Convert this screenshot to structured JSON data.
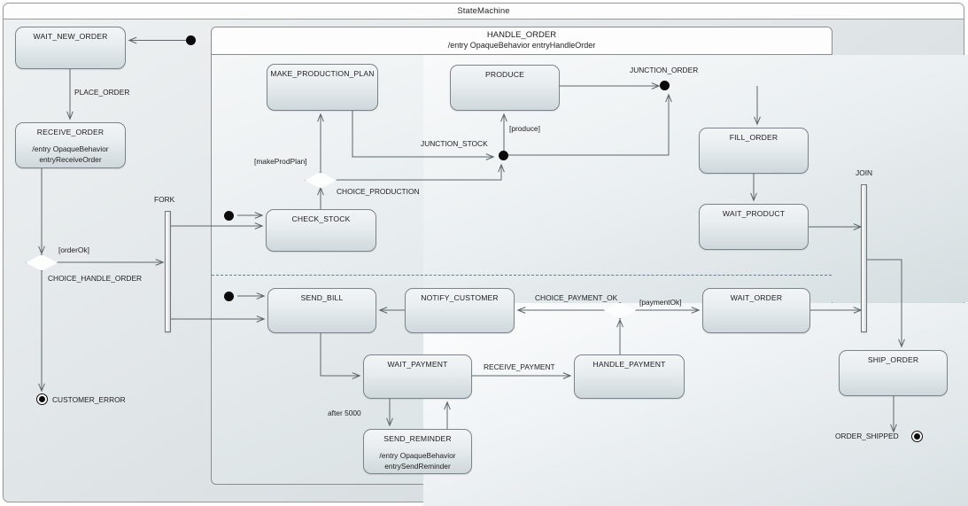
{
  "diagram": {
    "type": "uml-state-machine",
    "title": "StateMachine",
    "composite": {
      "name": "HANDLE_ORDER",
      "entry": "/entry OpaqueBehavior entryHandleOrder"
    }
  },
  "states": [
    {
      "id": "wait_new_order",
      "name": "WAIT_NEW_ORDER",
      "entry": ""
    },
    {
      "id": "receive_order",
      "name": "RECEIVE_ORDER",
      "entry": "/entry OpaqueBehavior\nentryReceiveOrder",
      "entry_line1": "/entry OpaqueBehavior",
      "entry_line2": "entryReceiveOrder"
    },
    {
      "id": "make_production_plan",
      "name": "MAKE_PRODUCTION_PLAN",
      "entry": ""
    },
    {
      "id": "produce",
      "name": "PRODUCE",
      "entry": ""
    },
    {
      "id": "fill_order",
      "name": "FILL_ORDER",
      "entry": ""
    },
    {
      "id": "wait_product",
      "name": "WAIT_PRODUCT",
      "entry": ""
    },
    {
      "id": "check_stock",
      "name": "CHECK_STOCK",
      "entry": ""
    },
    {
      "id": "send_bill",
      "name": "SEND_BILL",
      "entry": ""
    },
    {
      "id": "notify_customer",
      "name": "NOTIFY_CUSTOMER",
      "entry": ""
    },
    {
      "id": "wait_order",
      "name": "WAIT_ORDER",
      "entry": ""
    },
    {
      "id": "wait_payment",
      "name": "WAIT_PAYMENT",
      "entry": ""
    },
    {
      "id": "handle_payment",
      "name": "HANDLE_PAYMENT",
      "entry": ""
    },
    {
      "id": "send_reminder",
      "name": "SEND_REMINDER",
      "entry": "/entry OpaqueBehavior\nentrySendReminder",
      "entry_line1": "/entry OpaqueBehavior",
      "entry_line2": "entrySendReminder"
    },
    {
      "id": "ship_order",
      "name": "SHIP_ORDER",
      "entry": ""
    }
  ],
  "pseudostates": [
    {
      "id": "fork",
      "kind": "fork",
      "label": "FORK"
    },
    {
      "id": "join",
      "kind": "join",
      "label": "JOIN"
    },
    {
      "id": "junction_stock",
      "kind": "junction",
      "label": "JUNCTION_STOCK"
    },
    {
      "id": "junction_order",
      "kind": "junction",
      "label": "JUNCTION_ORDER"
    },
    {
      "id": "choice_handle_order",
      "kind": "choice",
      "label": "CHOICE_HANDLE_ORDER"
    },
    {
      "id": "choice_production",
      "kind": "choice",
      "label": "CHOICE_PRODUCTION"
    },
    {
      "id": "choice_payment_ok",
      "kind": "choice",
      "label": "CHOICE_PAYMENT_OK"
    },
    {
      "id": "customer_error",
      "kind": "final",
      "label": "CUSTOMER_ERROR"
    },
    {
      "id": "order_shipped",
      "kind": "final",
      "label": "ORDER_SHIPPED"
    }
  ],
  "transitions": [
    {
      "from": "initial",
      "to": "wait_new_order",
      "label": ""
    },
    {
      "from": "wait_new_order",
      "to": "receive_order",
      "label": "PLACE_ORDER"
    },
    {
      "from": "receive_order",
      "to": "choice_handle_order",
      "label": ""
    },
    {
      "from": "choice_handle_order",
      "to": "fork",
      "label": "[orderOk]"
    },
    {
      "from": "choice_handle_order",
      "to": "customer_error",
      "label": ""
    },
    {
      "from": "check_stock",
      "to": "choice_production",
      "label": ""
    },
    {
      "from": "choice_production",
      "to": "make_production_plan",
      "label": "[makeProdPlan]"
    },
    {
      "from": "choice_production",
      "to": "junction_stock",
      "label": ""
    },
    {
      "from": "make_production_plan",
      "to": "junction_stock",
      "label": ""
    },
    {
      "from": "junction_stock",
      "to": "produce",
      "label": "[produce]"
    },
    {
      "from": "produce",
      "to": "junction_order",
      "label": ""
    },
    {
      "from": "junction_order",
      "to": "fill_order",
      "label": ""
    },
    {
      "from": "fill_order",
      "to": "wait_product",
      "label": ""
    },
    {
      "from": "wait_product",
      "to": "join",
      "label": ""
    },
    {
      "from": "send_bill",
      "to": "wait_payment",
      "label": ""
    },
    {
      "from": "wait_payment",
      "to": "handle_payment",
      "label": "RECEIVE_PAYMENT"
    },
    {
      "from": "wait_payment",
      "to": "send_reminder",
      "label": "after 5000"
    },
    {
      "from": "send_reminder",
      "to": "wait_payment",
      "label": ""
    },
    {
      "from": "handle_payment",
      "to": "choice_payment_ok",
      "label": ""
    },
    {
      "from": "choice_payment_ok",
      "to": "wait_order",
      "label": "[paymentOk]"
    },
    {
      "from": "choice_payment_ok",
      "to": "notify_customer",
      "label": ""
    },
    {
      "from": "notify_customer",
      "to": "send_bill",
      "label": ""
    },
    {
      "from": "wait_order",
      "to": "join",
      "label": ""
    },
    {
      "from": "join",
      "to": "ship_order",
      "label": ""
    },
    {
      "from": "ship_order",
      "to": "order_shipped",
      "label": ""
    }
  ],
  "edge_labels": {
    "place_order": "PLACE_ORDER",
    "order_ok": "[orderOk]",
    "make_prod_plan": "[makeProdPlan]",
    "produce_guard": "[produce]",
    "receive_payment": "RECEIVE_PAYMENT",
    "after_5000": "after 5000",
    "payment_ok": "[paymentOk]"
  },
  "node_labels": {
    "fork": "FORK",
    "join": "JOIN",
    "junction_stock": "JUNCTION_STOCK",
    "junction_order": "JUNCTION_ORDER",
    "choice_handle_order": "CHOICE_HANDLE_ORDER",
    "choice_production": "CHOICE_PRODUCTION",
    "choice_payment_ok": "CHOICE_PAYMENT_OK",
    "customer_error": "CUSTOMER_ERROR",
    "order_shipped": "ORDER_SHIPPED"
  },
  "colors": {
    "frame_border": "#9a9a9a",
    "state_border": "#7d8489",
    "edge": "#5d6668",
    "region_divider": "#5f7f93",
    "title_bg": "#fdfdfd",
    "canvas_bg": "#e2e7e9"
  }
}
